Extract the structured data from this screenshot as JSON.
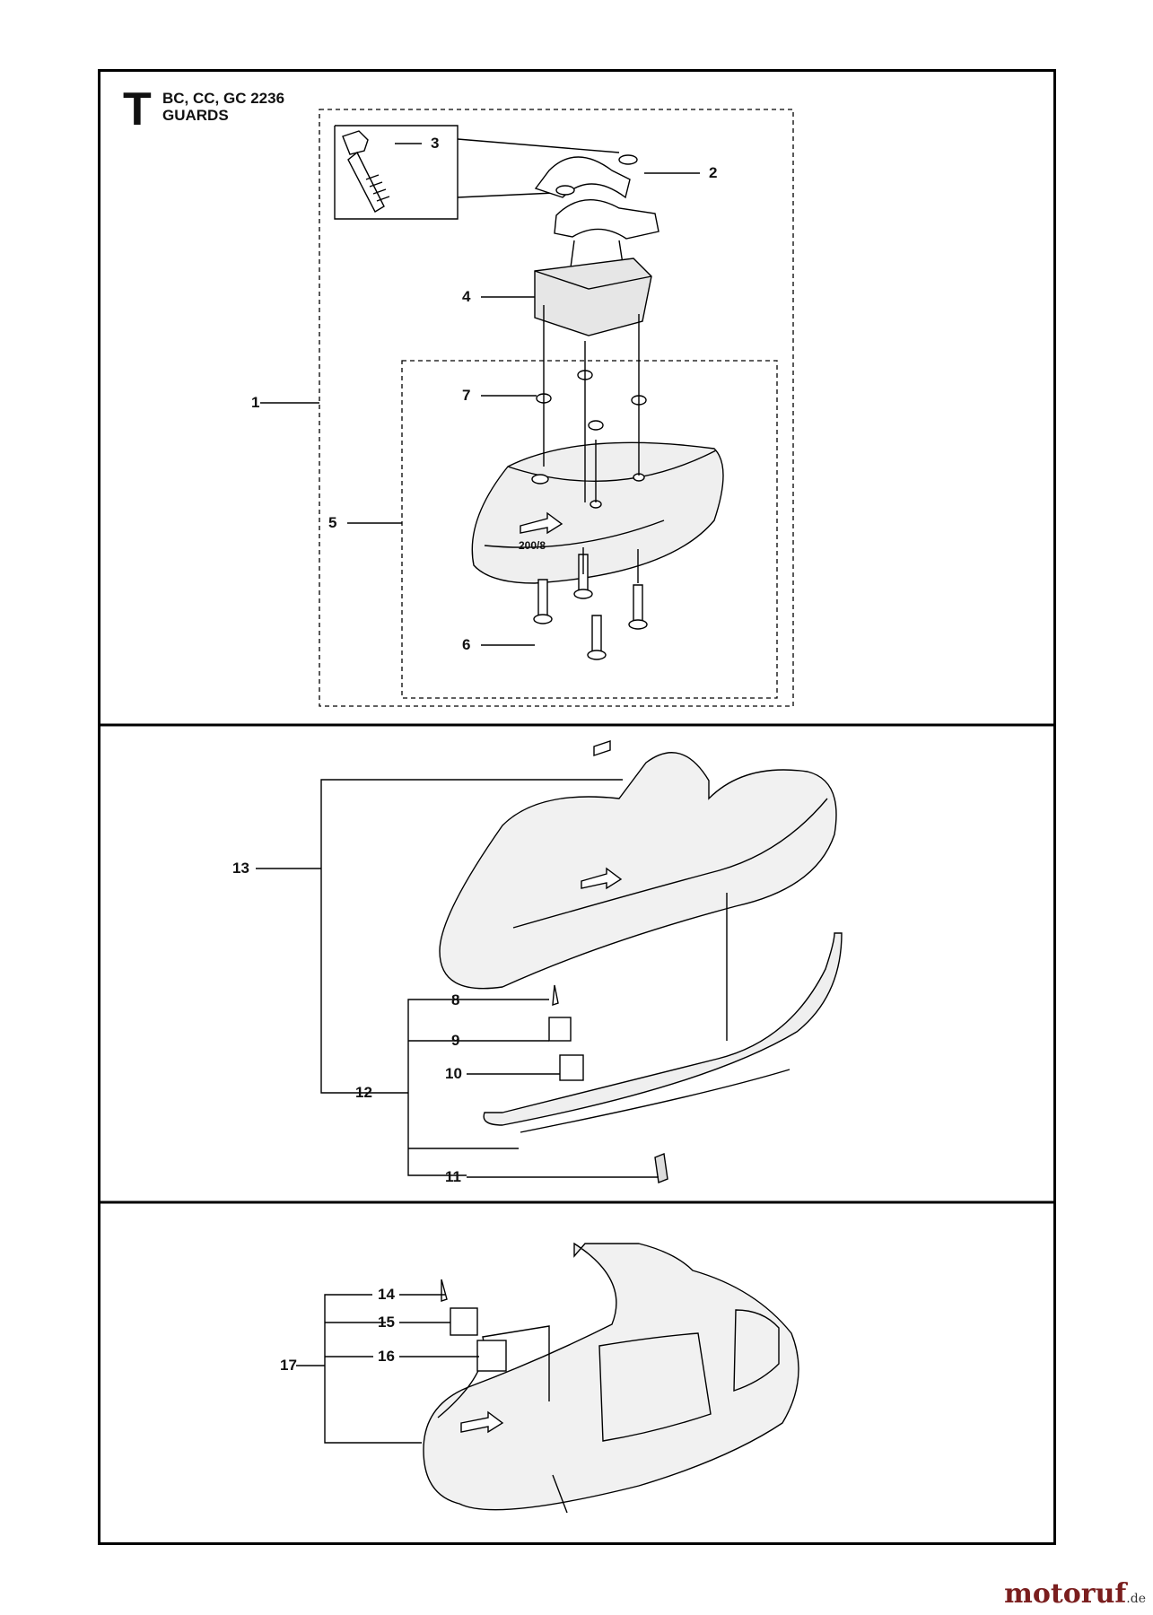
{
  "header": {
    "section_letter": "T",
    "models": "BC, CC, GC 2236",
    "title": "GUARDS"
  },
  "callouts": [
    {
      "id": "c1",
      "label": "1"
    },
    {
      "id": "c2",
      "label": "2"
    },
    {
      "id": "c3",
      "label": "3"
    },
    {
      "id": "c4",
      "label": "4"
    },
    {
      "id": "c5",
      "label": "5"
    },
    {
      "id": "c6",
      "label": "6"
    },
    {
      "id": "c7",
      "label": "7"
    },
    {
      "id": "c8",
      "label": "8"
    },
    {
      "id": "c9",
      "label": "9"
    },
    {
      "id": "c10",
      "label": "10"
    },
    {
      "id": "c11",
      "label": "11"
    },
    {
      "id": "c12",
      "label": "12"
    },
    {
      "id": "c13",
      "label": "13"
    },
    {
      "id": "c14",
      "label": "14"
    },
    {
      "id": "c15",
      "label": "15"
    },
    {
      "id": "c16",
      "label": "16"
    },
    {
      "id": "c17",
      "label": "17"
    }
  ],
  "guard_stamp": "200/8",
  "brand": {
    "name": "motoruf",
    "suffix": ".de",
    "color": "#7a1e1e"
  }
}
